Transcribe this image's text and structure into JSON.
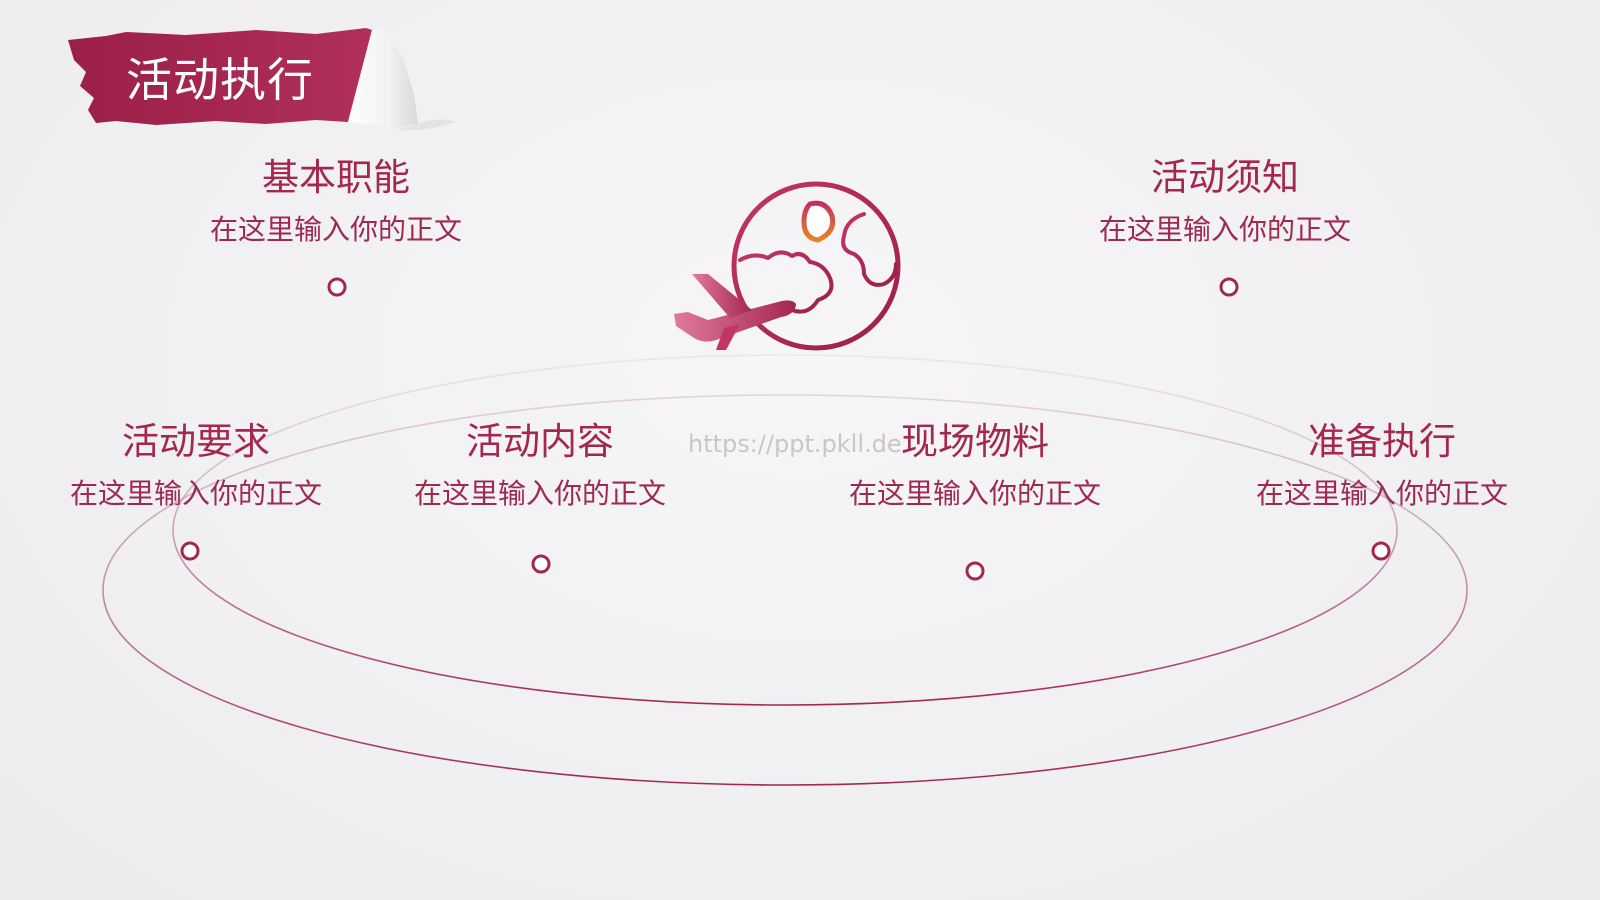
{
  "slide": {
    "title": "活动执行",
    "watermark": "https://ppt.pkll.de",
    "accent_color": "#a3274f",
    "icon": "plane-globe-icon"
  },
  "items": [
    {
      "title": "基本职能",
      "desc": "在这里输入你的正文"
    },
    {
      "title": "活动须知",
      "desc": "在这里输入你的正文"
    },
    {
      "title": "活动要求",
      "desc": "在这里输入你的正文"
    },
    {
      "title": "活动内容",
      "desc": "在这里输入你的正文"
    },
    {
      "title": "现场物料",
      "desc": "在这里输入你的正文"
    },
    {
      "title": "准备执行",
      "desc": "在这里输入你的正文"
    }
  ]
}
